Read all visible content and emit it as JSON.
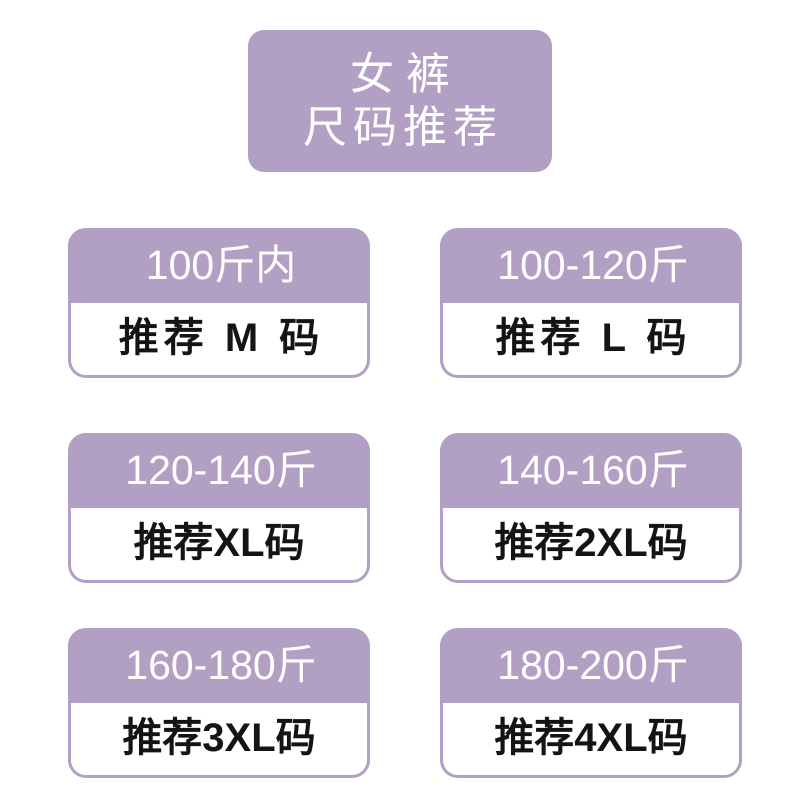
{
  "background_color": "#ffffff",
  "accent_color": "#b2a0c4",
  "title_card": {
    "line1": "女裤",
    "line2": "尺码推荐",
    "text_color": "#ffffff",
    "background_color": "#b2a0c4"
  },
  "cards": [
    {
      "weight": "100斤内",
      "recommendation": "推荐 M 码",
      "spaced": true
    },
    {
      "weight": "100-120斤",
      "recommendation": "推荐 L 码",
      "spaced": true
    },
    {
      "weight": "120-140斤",
      "recommendation": "推荐XL码",
      "spaced": false
    },
    {
      "weight": "140-160斤",
      "recommendation": "推荐2XL码",
      "spaced": false
    },
    {
      "weight": "160-180斤",
      "recommendation": "推荐3XL码",
      "spaced": false
    },
    {
      "weight": "180-200斤",
      "recommendation": "推荐4XL码",
      "spaced": false
    }
  ]
}
